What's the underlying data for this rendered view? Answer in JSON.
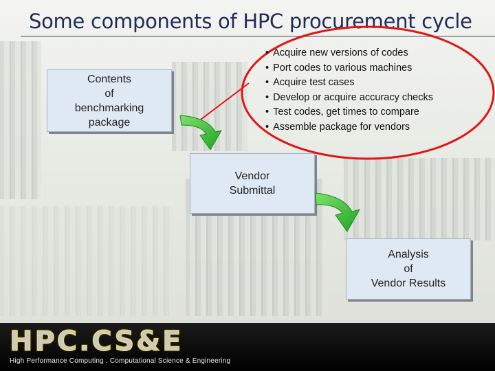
{
  "slide": {
    "title": "Some components of HPC procurement cycle"
  },
  "diagram": {
    "boxes": [
      {
        "id": "contents",
        "label": "Contents\nof\nbenchmarking\npackage"
      },
      {
        "id": "vendor",
        "label": "Vendor\nSubmittal"
      },
      {
        "id": "analysis",
        "label": "Analysis\nof\nVendor Results"
      }
    ],
    "bullet_symbol": "•",
    "bullets": [
      "Acquire new versions of codes",
      "Port codes to various machines",
      "Acquire test cases",
      "Develop or acquire accuracy checks",
      "Test codes, get times to compare",
      "Assemble package for vendors"
    ]
  },
  "footer": {
    "logo": "HPC.CS&E",
    "tagline": "High Performance Computing . Computational Science & Engineering"
  },
  "colors": {
    "title": "#1f2c54",
    "box_fill": "#dfe9f3",
    "arrow": "#39c43a",
    "highlight_ring": "#e01616",
    "logo_outline": "#ffe24d",
    "footer_bg": "#000000"
  },
  "icons": [
    "curved-arrow-icon",
    "red-ellipse-highlight"
  ]
}
